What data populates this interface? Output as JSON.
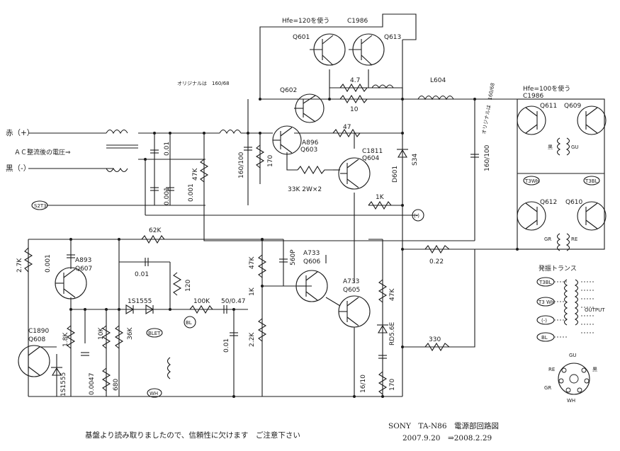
{
  "labels": {
    "hfe120": "Hfe=120を使う",
    "c1986_top": "C1986",
    "q601": "Q601",
    "q613": "Q613",
    "r47_top": "4.7",
    "l604": "L604",
    "original_160_68": "オリジナルは　160/68",
    "original_vert": "オリジナルは　160/68",
    "q602": "Q602",
    "r10": "10",
    "hfe100": "Hfe=100を使う",
    "c1986_right": "C1986",
    "q611": "Q611",
    "q609": "Q609",
    "red_plus": "赤（+）",
    "ac_after": "ＡＣ整流後の電圧⇒",
    "black_minus": "黒（-）",
    "c001": "0.01",
    "a896": "A896",
    "q603": "Q603",
    "r47": "47",
    "c1811": "C1811",
    "q604": "Q604",
    "d601": "D601",
    "s34": "S34",
    "c160_100_a": "160/100",
    "r170_top": "170",
    "c160_100_b": "160/100",
    "r47k_vert": "47K",
    "c0001a": "0.001",
    "c0001b": "0.001",
    "r33k": "33K 2W×2",
    "r1k": "1K",
    "t3wh": "T3WH",
    "t3bl": "T3BL",
    "q612": "Q612",
    "q610": "Q610",
    "gu": "GU",
    "bu": "黒",
    "gr": "GR",
    "re": "RE",
    "s2t3": "S2T3",
    "minus_term": "(-)",
    "r62k": "62K",
    "r27k": "2.7K",
    "c0001c": "0.001",
    "a893": "A893",
    "q607": "Q607",
    "c001b": "0.01",
    "r120": "120",
    "r47k_b": "47K",
    "c560p": "560P",
    "a733a": "A733",
    "q606": "Q606",
    "r022": "0.22",
    "trans_title": "発振トランス",
    "t3bl_b": "T3BL",
    "t3wh_b": "T3 WH",
    "minus_b": "(-)",
    "bl_b": "BL",
    "output": "OUTPUT",
    "is1555a": "1S1555",
    "r100k": "100K",
    "c50_047": "50/0.47",
    "r1k_b": "1K",
    "a733b": "A733",
    "q605": "Q605",
    "r47k_c": "47K",
    "c1890": "C1890",
    "q608": "Q608",
    "r18k": "1.8K",
    "r10k": "10K",
    "r36k": "36K",
    "blet": "BLET",
    "bl": "BL",
    "c001c": "0.01",
    "r22k": "2.2K",
    "rd56e": "RD5.6E",
    "r330": "330",
    "gu_b": "GU",
    "re_b": "RE",
    "bu_b": "黒",
    "gr_b": "GR",
    "wh_b": "WH",
    "is1555b": "1S1555",
    "c00047": "0.0047",
    "r680": "680",
    "wh": "WH",
    "c16_10": "16/10",
    "r170_b": "170",
    "sony_title": "SONY　TA-N86　電源部回路図",
    "date": "2007.9.20　⇒2008.2.29",
    "disclaimer": "基盤より読み取りましたので、信頼性に欠けます　ご注意下さい"
  }
}
